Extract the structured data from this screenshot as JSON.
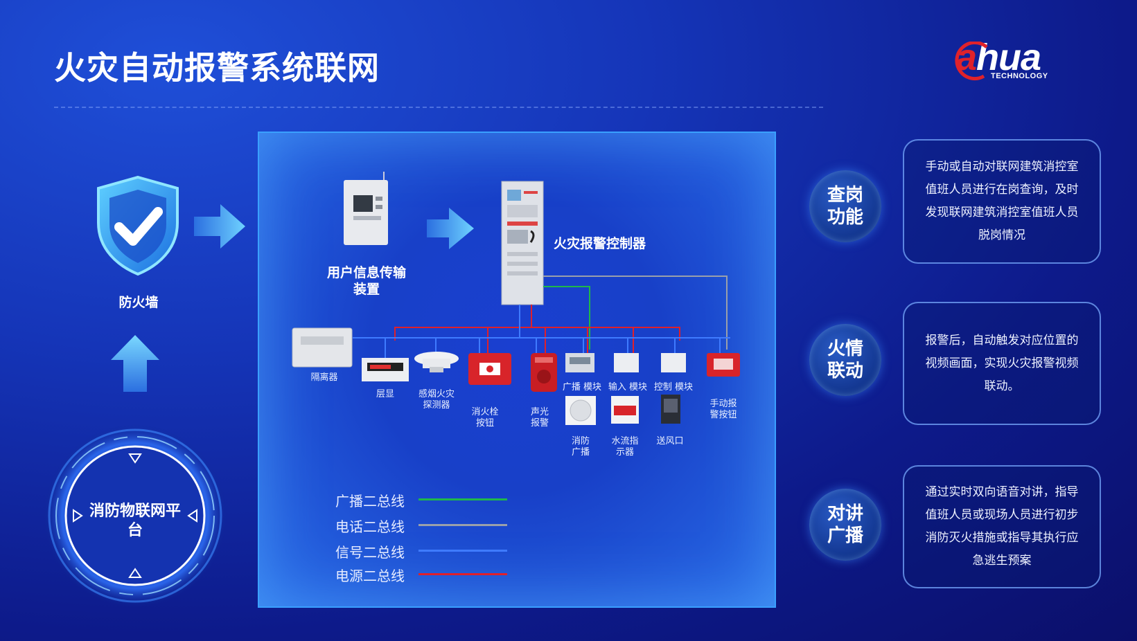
{
  "title": "火灾自动报警系统联网",
  "logo": {
    "text_red": "a",
    "text_white": "hua",
    "subtitle": "TECHNOLOGY"
  },
  "left": {
    "firewall_label": "防火墙",
    "platform_label": "消防物联网平台"
  },
  "diagram": {
    "user_device_label": "用户信息传输装置",
    "controller_label": "火灾报警控制器",
    "devices": [
      {
        "label": "隔离器"
      },
      {
        "label": "层显"
      },
      {
        "label": "感烟火灾探测器"
      },
      {
        "label": "消火栓按钮"
      },
      {
        "label": "声光报警"
      },
      {
        "label": "广播 模块"
      },
      {
        "label": "输入 模块"
      },
      {
        "label": "控制 模块"
      },
      {
        "label": "手动报警按钮"
      },
      {
        "label": "消防广播"
      },
      {
        "label": "水流指示器"
      },
      {
        "label": "送风口"
      }
    ],
    "legend": [
      {
        "label": "广播二总线",
        "color": "#1fb84a"
      },
      {
        "label": "电话二总线",
        "color": "#9aa0aa"
      },
      {
        "label": "信号二总线",
        "color": "#3f7bff"
      },
      {
        "label": "电源二总线",
        "color": "#e0202a"
      }
    ]
  },
  "features": [
    {
      "name": "查岗功能",
      "desc": "手动或自动对联网建筑消控室值班人员进行在岗查询，及时发现联网建筑消控室值班人员脱岗情况"
    },
    {
      "name": "火情联动",
      "desc": "报警后，自动触发对应位置的视频画面，实现火灾报警视频联动。"
    },
    {
      "name": "对讲广播",
      "desc": "通过实时双向语音对讲，指导值班人员或现场人员进行初步消防灭火措施或指导其执行应急逃生预案"
    }
  ]
}
